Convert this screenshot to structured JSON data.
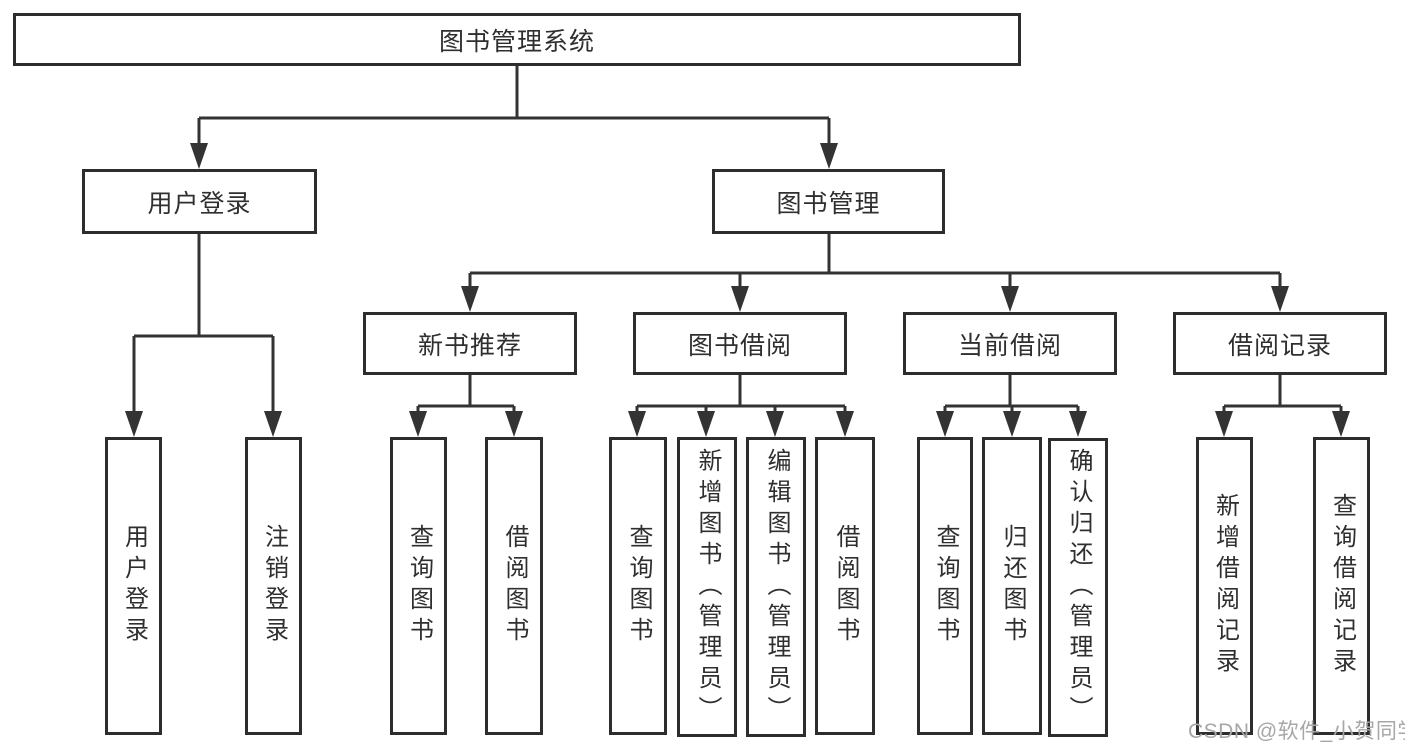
{
  "diagram_title": "图书管理系统",
  "nodes": {
    "root": "图书管理系统",
    "l2": [
      "用户登录",
      "图书管理"
    ],
    "l3": [
      "新书推荐",
      "图书借阅",
      "当前借阅",
      "借阅记录"
    ],
    "l4_user_login": [
      "用户登录",
      "注销登录"
    ],
    "l4_new_book": [
      "查询图书",
      "借阅图书"
    ],
    "l4_book_borrow": [
      "查询图书",
      "新增图书（管理员）",
      "编辑图书（管理员）",
      "借阅图书"
    ],
    "l4_current_borrow": [
      "查询图书",
      "归还图书",
      "确认归还（管理员）"
    ],
    "l4_borrow_records": [
      "新增借阅记录",
      "查询借阅记录"
    ]
  },
  "watermark": {
    "text": "CSDN @软件_小贺同学"
  },
  "colors": {
    "background": "#ffffff",
    "box_border": "#2d2d2d",
    "connector_line": "#333333",
    "text": "#2f2f2f",
    "watermark_text": "#a8a6a6"
  }
}
